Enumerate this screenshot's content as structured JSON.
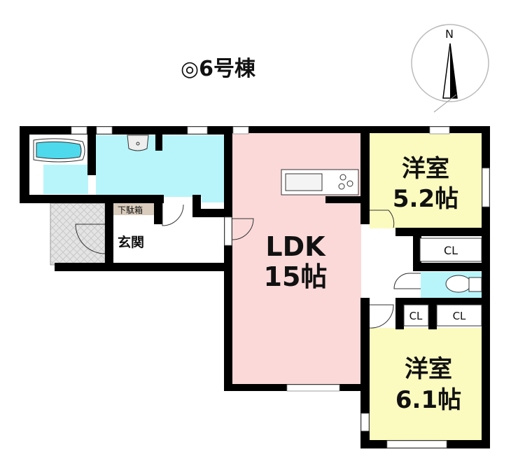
{
  "title": "◎6号棟",
  "compass": {
    "label": "N"
  },
  "colors": {
    "wall": "#000000",
    "ldk": "#fbd9d9",
    "bedroom": "#fbfbc0",
    "wet": "#b8f5fb",
    "shoebox": "#d9ccbc"
  },
  "rooms": {
    "ldk": {
      "name": "LDK",
      "size": "15帖"
    },
    "bedroom1": {
      "name": "洋室",
      "size": "5.2帖"
    },
    "bedroom2": {
      "name": "洋室",
      "size": "6.1帖"
    },
    "entrance": {
      "name": "玄関"
    },
    "shoe_cabinet": {
      "name": "下駄箱"
    },
    "closets": [
      "CL",
      "CL",
      "CL"
    ]
  }
}
